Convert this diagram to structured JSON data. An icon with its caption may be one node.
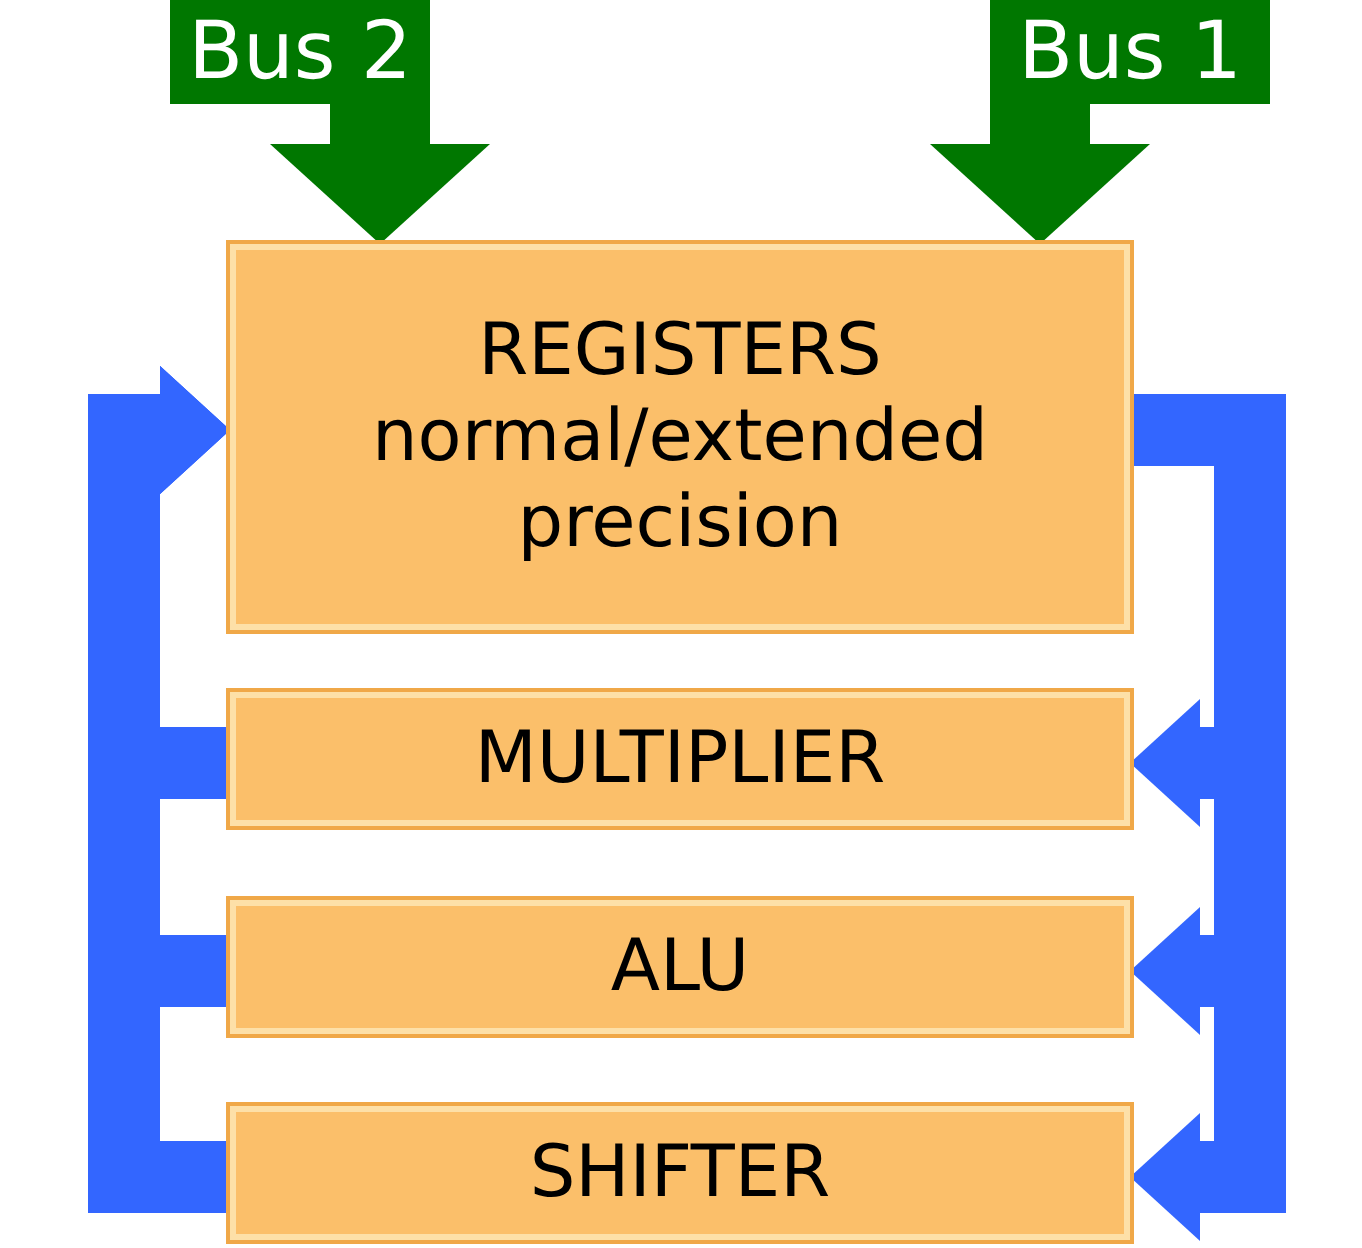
{
  "diagram": {
    "nodes": [
      {
        "text": [
          "Bus 2"
        ]
      },
      {
        "text": [
          "Bus 1"
        ]
      },
      {
        "text": [
          "REGISTERS",
          "normal/extended precision"
        ]
      },
      {
        "text": [
          "MULTIPLIER"
        ]
      },
      {
        "text": [
          "ALU"
        ]
      },
      {
        "text": [
          "SHIFTER"
        ]
      }
    ],
    "edges": [
      {
        "from": 0,
        "to": 2,
        "arrow": "to",
        "color": "#007700"
      },
      {
        "from": 1,
        "to": 2,
        "arrow": "to",
        "color": "#007700"
      },
      {
        "from": 2,
        "to": 3,
        "arrow": "to"
      },
      {
        "from": 2,
        "to": 4,
        "arrow": "to"
      },
      {
        "from": 2,
        "to": 5,
        "arrow": "to"
      },
      {
        "from": 3,
        "to": 2,
        "arrow": "to"
      },
      {
        "from": 4,
        "to": 2,
        "arrow": "to"
      },
      {
        "from": 5,
        "to": 2,
        "arrow": "to"
      }
    ]
  }
}
